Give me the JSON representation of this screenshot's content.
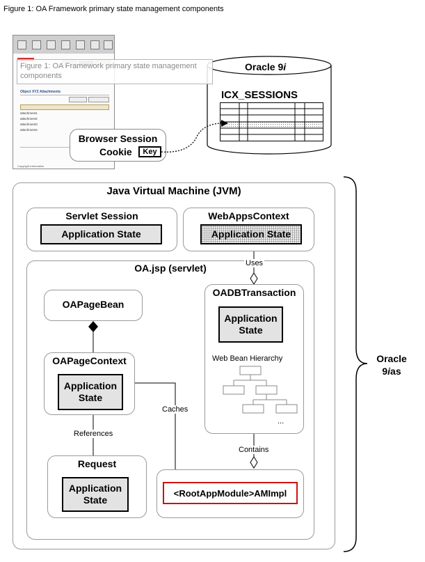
{
  "caption": "Figure 1: OA Framework primary state management components",
  "ghost_tooltip": "Figure 1: OA Framework primary state management components",
  "thumbnail": {
    "page_title": "Object XYZ Attachments",
    "table_rows": [
      "attachment1",
      "attachment2",
      "attachment3",
      "attachment4"
    ],
    "footer_text": "Copyright Information"
  },
  "db": {
    "title_prefix": "Oracle 9",
    "title_suffix": "i",
    "table": "ICX_SESSIONS"
  },
  "cookie": {
    "line1": "Browser Session",
    "line2": "Cookie",
    "key": "Key"
  },
  "jvm": {
    "title": "Java Virtual Machine (JVM)"
  },
  "servlet_session": {
    "title": "Servlet Session",
    "state": "Application State"
  },
  "webapps": {
    "title": "WebAppsContext",
    "state": "Application State"
  },
  "oajsp": {
    "title": "OA.jsp (servlet)"
  },
  "oapagebean": {
    "title": "OAPageBean"
  },
  "oadb": {
    "title": "OADBTransaction",
    "state_line1": "Application",
    "state_line2": "State",
    "hierarchy_label": "Web Bean Hierarchy",
    "ellipsis": "..."
  },
  "oapagecontext": {
    "title": "OAPageContext",
    "state_line1": "Application",
    "state_line2": "State"
  },
  "request": {
    "title": "Request",
    "state_line1": "Application",
    "state_line2": "State"
  },
  "rootam": {
    "label": "<RootAppModule>AMImpl"
  },
  "connectors": {
    "uses": "Uses",
    "caches": "Caches",
    "references": "References",
    "contains": "Contains"
  },
  "oracle_ias": {
    "line1": "Oracle",
    "line2_prefix": "9",
    "line2_italic": "i",
    "line2_suffix": "as"
  },
  "colors": {
    "border": "#9a9a9a",
    "state_fill": "#e3e3e3",
    "root_border": "#cc1111"
  }
}
